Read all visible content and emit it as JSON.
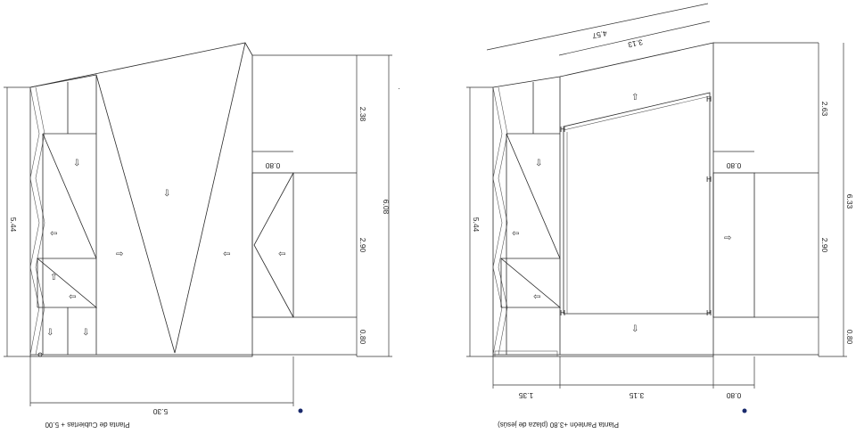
{
  "left_plan": {
    "caption": "Planta de Cubiertas + 5.00",
    "dims": {
      "total_height": "5.44",
      "overall_right": "6.08",
      "seg_top": "2.38",
      "seg_mid": "2.90",
      "seg_bottom": "0.80",
      "inner_offset": "0.80",
      "bottom_width": "5.30"
    }
  },
  "right_plan": {
    "caption": "Planta Panteón +3.80 (plaza de jesús)",
    "dims": {
      "total_height": "5.44",
      "overall_right": "6.33",
      "seg_top": "2.63",
      "seg_mid": "2.90",
      "seg_bottom": "0.80",
      "inner_offset": "0.80",
      "slope_outer": "4.57",
      "slope_inner": "3.13",
      "bottom_left": "1.35",
      "bottom_mid": "3.15",
      "bottom_right": "0.80"
    }
  },
  "colors": {
    "line": "#2b2b2b",
    "marker": "#1a2a6c"
  }
}
